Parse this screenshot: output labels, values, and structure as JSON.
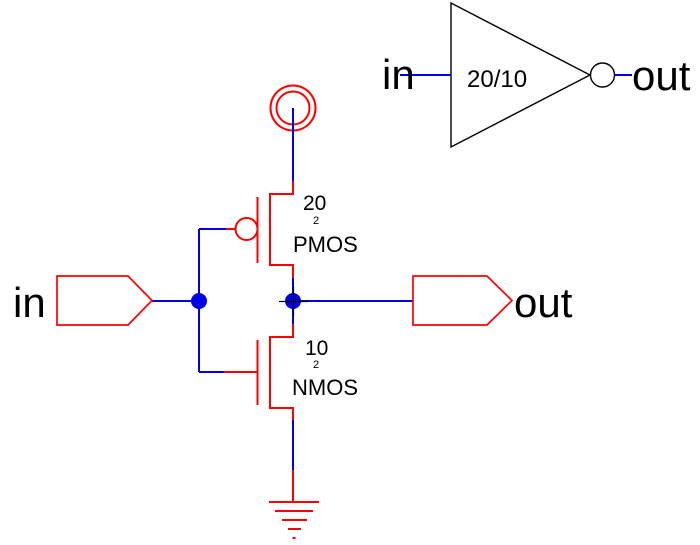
{
  "colors": {
    "wire": "#0000e6",
    "device": "#ff0000",
    "ink": "#000000",
    "background": "#ffffff"
  },
  "schematic": {
    "input_port": {
      "label": "in"
    },
    "output_port": {
      "label": "out"
    },
    "pmos": {
      "width_label": "20",
      "length_label": "2",
      "model_label": "PMOS"
    },
    "nmos": {
      "width_label": "10",
      "length_label": "2",
      "model_label": "NMOS"
    },
    "symbols": {
      "power": "vdd-double-circle-icon",
      "ground": "ground-bars-icon"
    }
  },
  "icon_view": {
    "input_label": "in",
    "size_label": "20/10",
    "output_label": "out"
  }
}
